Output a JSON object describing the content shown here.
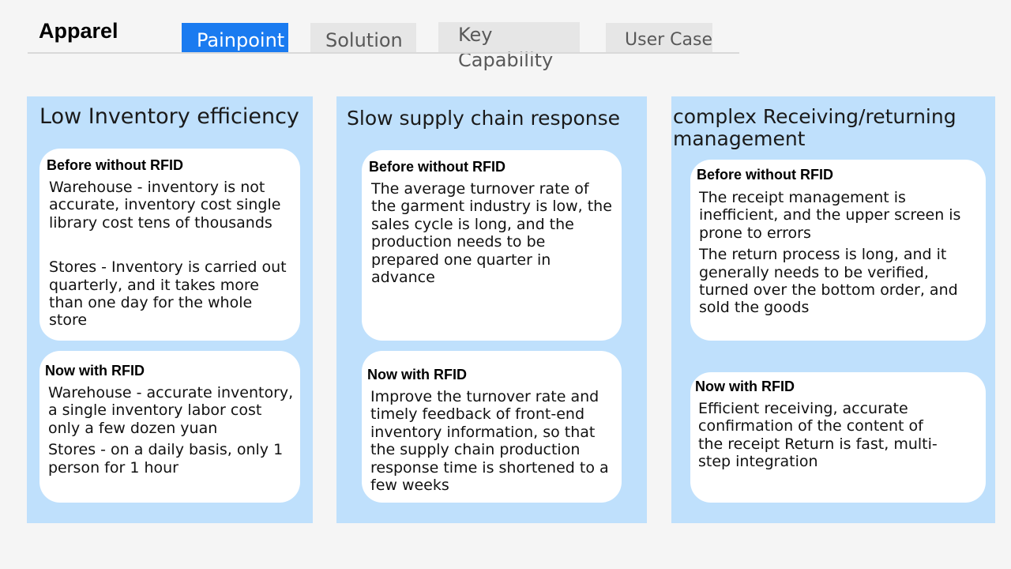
{
  "header": {
    "title": "Apparel"
  },
  "tabs": [
    {
      "label": "Painpoint"
    },
    {
      "label": "Solution"
    },
    {
      "label": "Key Capability"
    },
    {
      "label": "User Case"
    }
  ],
  "columns": [
    {
      "heading": "Low Inventory efficiency",
      "before": {
        "label": "Before without RFID",
        "paragraphs": [
          "Warehouse - inventory is not accurate, inventory cost single library cost tens of thousands",
          "Stores - Inventory is carried out quarterly, and it takes more than one day for the whole store"
        ]
      },
      "now": {
        "label": "Now with RFID",
        "paragraphs": [
          "Warehouse - accurate inventory, a single inventory labor cost only a few dozen yuan",
          "Stores - on a daily basis, only 1 person for 1 hour"
        ]
      }
    },
    {
      "heading": "Slow supply chain response",
      "before": {
        "label": "Before without RFID",
        "paragraphs": [
          "The average turnover rate of the garment industry is low, the sales cycle is long, and the production needs to be prepared one quarter in advance"
        ]
      },
      "now": {
        "label": "Now with RFID",
        "paragraphs": [
          "Improve the turnover rate and timely feedback of front-end inventory information, so that the supply chain production response time is shortened to a few weeks"
        ]
      }
    },
    {
      "heading": "complex Receiving/returning management",
      "before": {
        "label": "Before without RFID",
        "paragraphs": [
          "The receipt management is inefficient, and the upper screen is prone to errors",
          "The return process is long, and it generally needs to be verified, turned over the bottom order, and sold the goods"
        ]
      },
      "now": {
        "label": "Now with RFID",
        "paragraphs": [
          "Efficient receiving, accurate confirmation of the content of the receipt Return is fast, multi-step integration"
        ]
      }
    }
  ]
}
